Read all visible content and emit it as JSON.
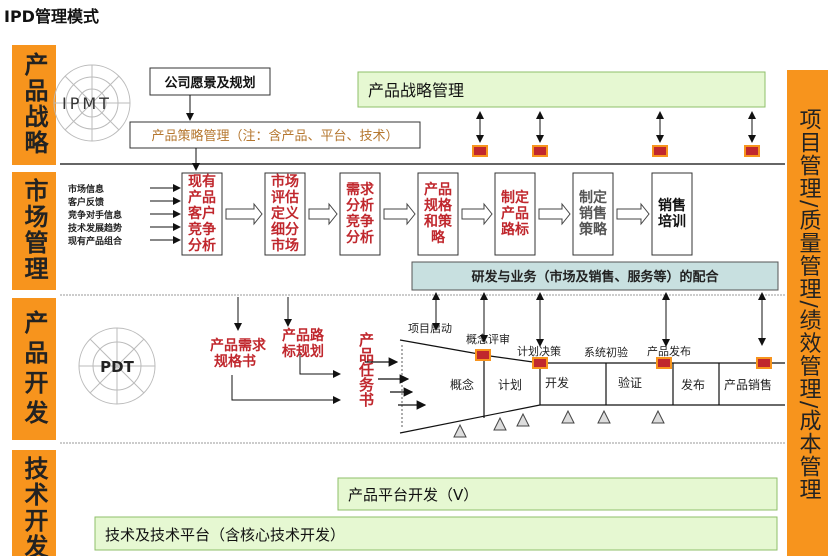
{
  "title": "IPD管理模式",
  "colors": {
    "orange": "#f7941d",
    "green": "#e6f8d2",
    "green_border": "#8fbf6a",
    "teal": "#c8e0e0",
    "red_text": "#c0272d",
    "brown_text": "#b5772f"
  },
  "lanes": [
    "产品战略",
    "市场管理",
    "产品开发",
    "技术开发"
  ],
  "right_bar": "项目管理/质量管理/绩效管理/成本管理",
  "strategy": {
    "ipmt": "IPMT",
    "vision": "公司愿景及规划",
    "policy": "产品策略管理（注：含产品、平台、技术）",
    "product_strategy": "产品战略管理"
  },
  "market": {
    "inputs": [
      "市场信息",
      "客户反馈",
      "竞争对手信息",
      "技术发展趋势",
      "现有产品组合"
    ],
    "steps": [
      "现有产品客户竞争分析",
      "市场评估定义细分市场",
      "需求分析竞争分析",
      "产品规格和策略",
      "制定产品路标",
      "制定销售策略",
      "销售培训"
    ],
    "coop": "研发与业务（市场及销售、服务等）的配合"
  },
  "dev": {
    "pdt": "PDT",
    "docs": [
      "产品需求规格书",
      "产品路标规划",
      "产品任务书"
    ],
    "milestones": [
      "项目启动",
      "概念评审",
      "计划决策",
      "系统初验",
      "产品发布"
    ],
    "phases": [
      "概念",
      "计划",
      "开发",
      "验证",
      "发布",
      "产品销售"
    ]
  },
  "tech": {
    "platform": "产品平台开发（V）",
    "tech_platform": "技术及技术平台（含核心技术开发）"
  }
}
